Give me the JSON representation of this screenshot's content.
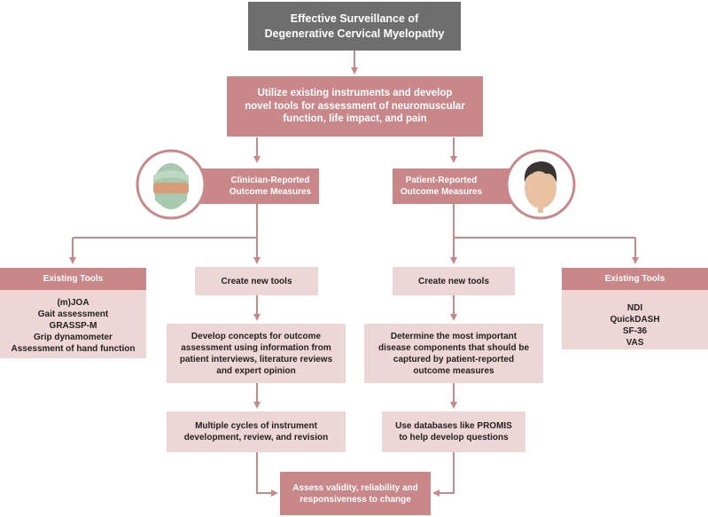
{
  "title": "Effective Surveillance of\nDegenerative Cervical Myelopathy",
  "utilize": "Utilize existing instruments and develop\nnovel tools for assessment of neuromuscular\nfunction, life impact, and pain",
  "clinician": {
    "label": "Clinician-Reported\nOutcome Measures",
    "avatar_icon": "masked-clinician-icon",
    "existing_tools": {
      "header": "Existing Tools",
      "items": [
        "(m)JOA",
        "Gait assessment",
        "GRASSP-M",
        "Grip dynamometer",
        "Assessment of hand function"
      ]
    },
    "create_new": "Create new tools",
    "develop": "Develop concepts for outcome\nassessment using information from\npatient interviews, literature reviews\nand expert opinion",
    "cycles": "Multiple cycles of instrument\ndevelopment, review, and revision"
  },
  "patient": {
    "label": "Patient-Reported\nOutcome Measures",
    "avatar_icon": "patient-face-icon",
    "existing_tools": {
      "header": "Existing Tools",
      "items": [
        "NDI",
        "QuickDASH",
        "SF-36",
        "VAS"
      ]
    },
    "create_new": "Create new tools",
    "determine": "Determine the most important\ndisease components that should be\ncaptured by patient-reported\noutcome measures",
    "databases": "Use databases like PROMIS\nto help develop questions"
  },
  "assess": "Assess validity, reliability and\nresponsiveness to change",
  "colors": {
    "dark": "#6e6e6e",
    "rose": "#c9878a",
    "pink": "#efd6d6",
    "line": "#c9878a"
  }
}
